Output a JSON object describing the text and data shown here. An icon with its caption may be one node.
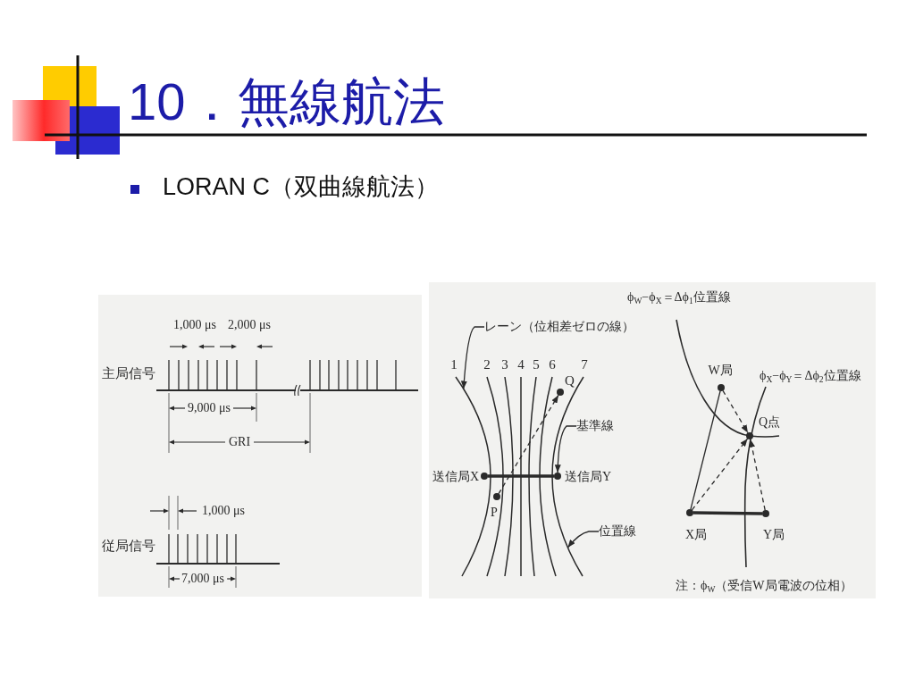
{
  "diagram": {
    "title": "10．無線航法",
    "nodes": [
      {
        "text": [
          "レーン（位相差ゼロの線）"
        ]
      },
      {
        "text": [],
        "shape": "circle",
        "beside": [
          "Q"
        ]
      },
      {
        "text": [
          "基準線"
        ]
      },
      {
        "text": [],
        "shape": "circle",
        "beside": [
          "送信局X"
        ]
      },
      {
        "text": [],
        "shape": "circle",
        "beside": [
          "送信局Y"
        ]
      },
      {
        "text": [],
        "shape": "circle",
        "beside": [
          "P"
        ]
      },
      {
        "text": [
          "位置線"
        ]
      },
      {
        "text": [],
        "shape": "circle",
        "beside": [
          "W局"
        ]
      },
      {
        "text": [],
        "shape": "circle",
        "beside": [
          "Q点"
        ]
      },
      {
        "text": [],
        "shape": "circle",
        "beside": [
          "X局"
        ]
      },
      {
        "text": [],
        "shape": "circle",
        "beside": [
          "Y局"
        ]
      }
    ],
    "edges": [
      {
        "from": 0,
        "to": null,
        "arrow": "to"
      },
      {
        "from": 2,
        "to": 4,
        "arrow": "to"
      },
      {
        "from": 3,
        "to": 4,
        "arrow": "none",
        "style": "thick"
      },
      {
        "from": 5,
        "to": 1,
        "arrow": "to",
        "style": "dashed"
      },
      {
        "from": 6,
        "to": null,
        "arrow": "to"
      },
      {
        "from": 9,
        "to": 7,
        "arrow": "none"
      },
      {
        "from": 9,
        "to": 10,
        "arrow": "none",
        "style": "thick"
      },
      {
        "from": 7,
        "to": 8,
        "arrow": "to",
        "style": "dashed"
      },
      {
        "from": 9,
        "to": 8,
        "arrow": "to",
        "style": "dashed"
      },
      {
        "from": 10,
        "to": 8,
        "arrow": "to",
        "style": "dashed"
      }
    ],
    "labels": [
      "LORAN C（双曲線航法）",
      "1,000 μs",
      "2,000 μs",
      "主局信号",
      "9,000 μs",
      "GRI",
      "1,000 μs",
      "従局信号",
      "7,000 μs",
      "1",
      "2",
      "3",
      "4",
      "5",
      "6",
      "7",
      "ϕ$_{W}$−ϕ$_{X}$＝Δϕ$_{1}$位置線",
      "ϕ$_{X}$−ϕ$_{Y}$＝Δϕ$_{2}$位置線",
      "注：ϕ$_{W}$（受信W局電波の位相）"
    ]
  }
}
